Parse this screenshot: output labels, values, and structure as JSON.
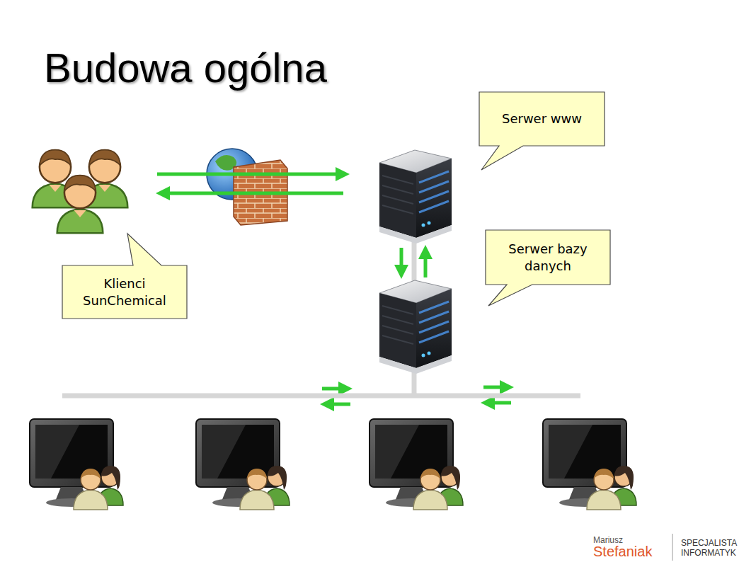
{
  "diagram": {
    "title": "Budowa ogólna",
    "nodes": [
      {
        "text": [
          "Serwer www"
        ]
      },
      {
        "text": [
          "Serwer bazy danych"
        ]
      },
      {
        "text": [
          "Klienci SunChemical"
        ]
      }
    ],
    "labels": [
      "Mariusz",
      "Stefaniak",
      "SPECJALISTA INFORMATYK"
    ]
  }
}
